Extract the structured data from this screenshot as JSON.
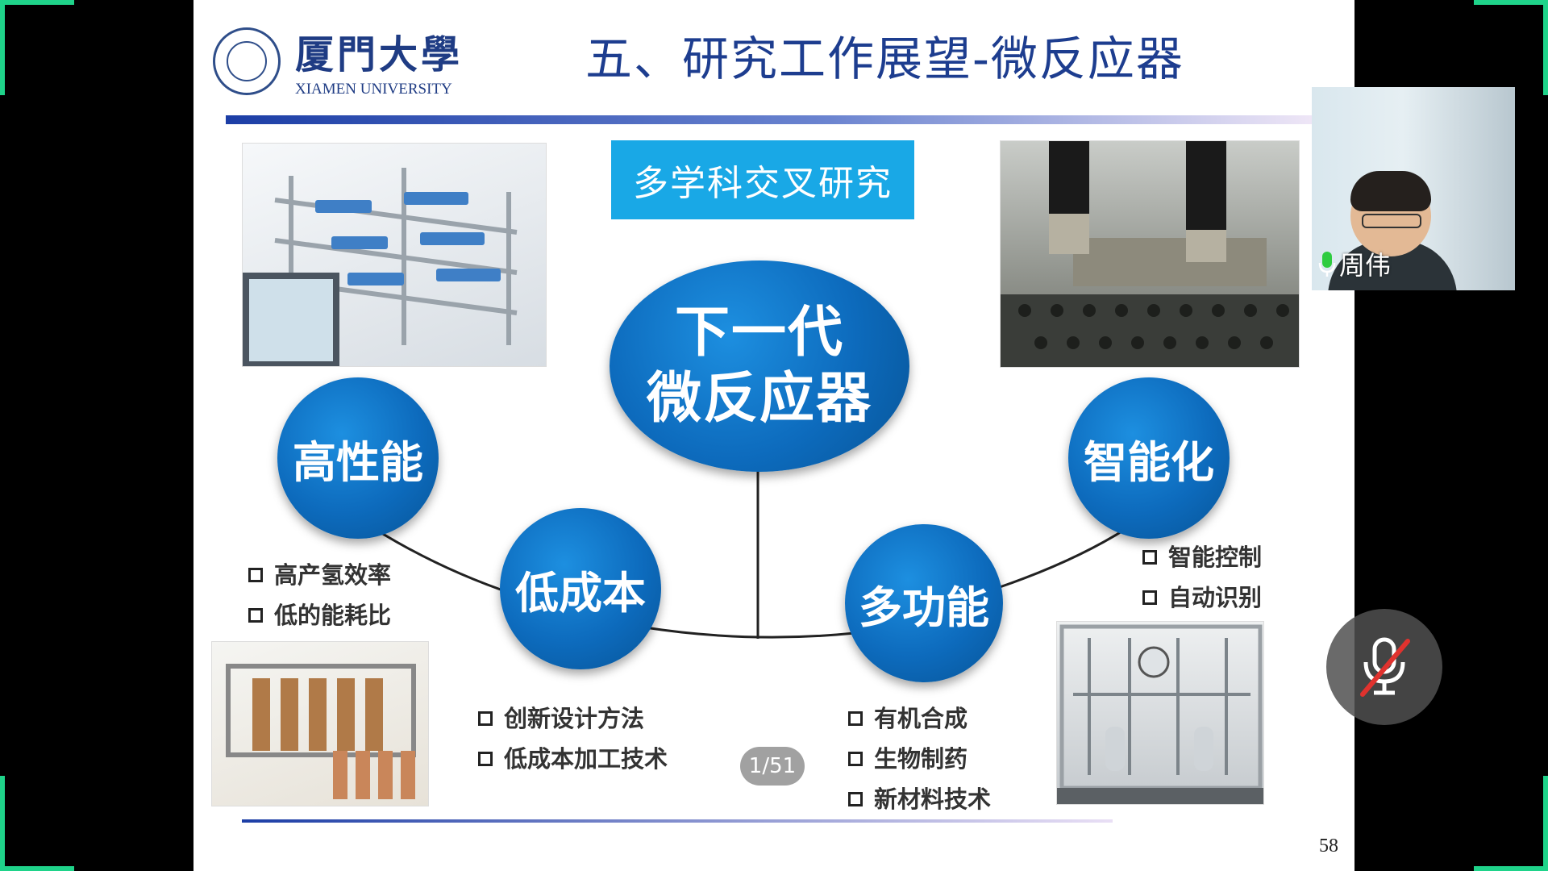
{
  "slide": {
    "university_name_cn": "厦門大學",
    "university_name_en": "XIAMEN UNIVERSITY",
    "title": "五、研究工作展望-微反应器",
    "banner": "多学科交叉研究",
    "center_line1": "下一代",
    "center_line2": "微反应器",
    "bubbles": {
      "performance": "高性能",
      "low_cost": "低成本",
      "multi_function": "多功能",
      "intelligent": "智能化"
    },
    "lists": {
      "performance": [
        "高产氢效率",
        "低的能耗比"
      ],
      "low_cost": [
        "创新设计方法",
        "低成本加工技术"
      ],
      "multi_function": [
        "有机合成",
        "生物制药",
        "新材料技术"
      ],
      "intelligent": [
        "智能控制",
        "自动识别"
      ]
    },
    "page_counter": "1/51",
    "slide_number": "58"
  },
  "video": {
    "participant_name": "周伟"
  },
  "colors": {
    "accent_blue": "#0d6bbd",
    "banner_blue": "#19a8e6",
    "title_blue": "#1d3d8f",
    "corner_green": "#1fd38a",
    "mute_red": "#e0322e"
  },
  "icons": [
    "university-seal-icon",
    "mic-active-icon",
    "mic-muted-icon",
    "checkbox-bullet-icon"
  ]
}
